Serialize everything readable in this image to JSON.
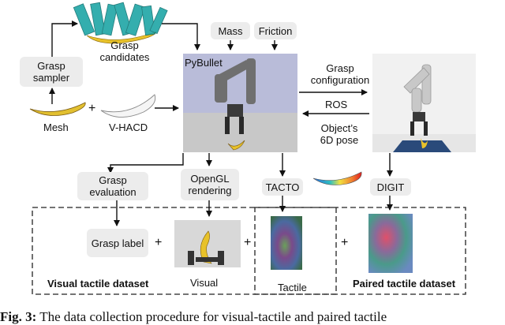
{
  "nodes": {
    "grasp_candidates": "Grasp\ncandidates",
    "grasp_sampler": "Grasp\nsampler",
    "mesh": "Mesh",
    "vhacd": "V-HACD",
    "mass": "Mass",
    "friction": "Friction",
    "pybullet": "PyBullet",
    "grasp_configuration": "Grasp\nconfiguration",
    "ros": "ROS",
    "object_6d_pose": "Object’s\n6D pose",
    "grasp_evaluation": "Grasp\nevaluation",
    "opengl_rendering": "OpenGL\nrendering",
    "tacto": "TACTO",
    "digit": "DIGIT",
    "grasp_label": "Grasp label",
    "visual": "Visual",
    "tactile": "Tactile",
    "visual_tactile_dataset": "Visual tactile dataset",
    "paired_tactile_dataset": "Paired tactile dataset"
  },
  "symbols": {
    "plus": "+"
  },
  "caption": {
    "fig": "Fig. 3:",
    "text": " The data collection procedure for visual-tactile and paired tactile"
  },
  "colors": {
    "box_fill": "#ececec",
    "sim_sky": "#b9bcd9",
    "sim_floor": "#c8c8c8",
    "banana": "#e8c22a",
    "gripper_teal": "#1f9c9c"
  }
}
